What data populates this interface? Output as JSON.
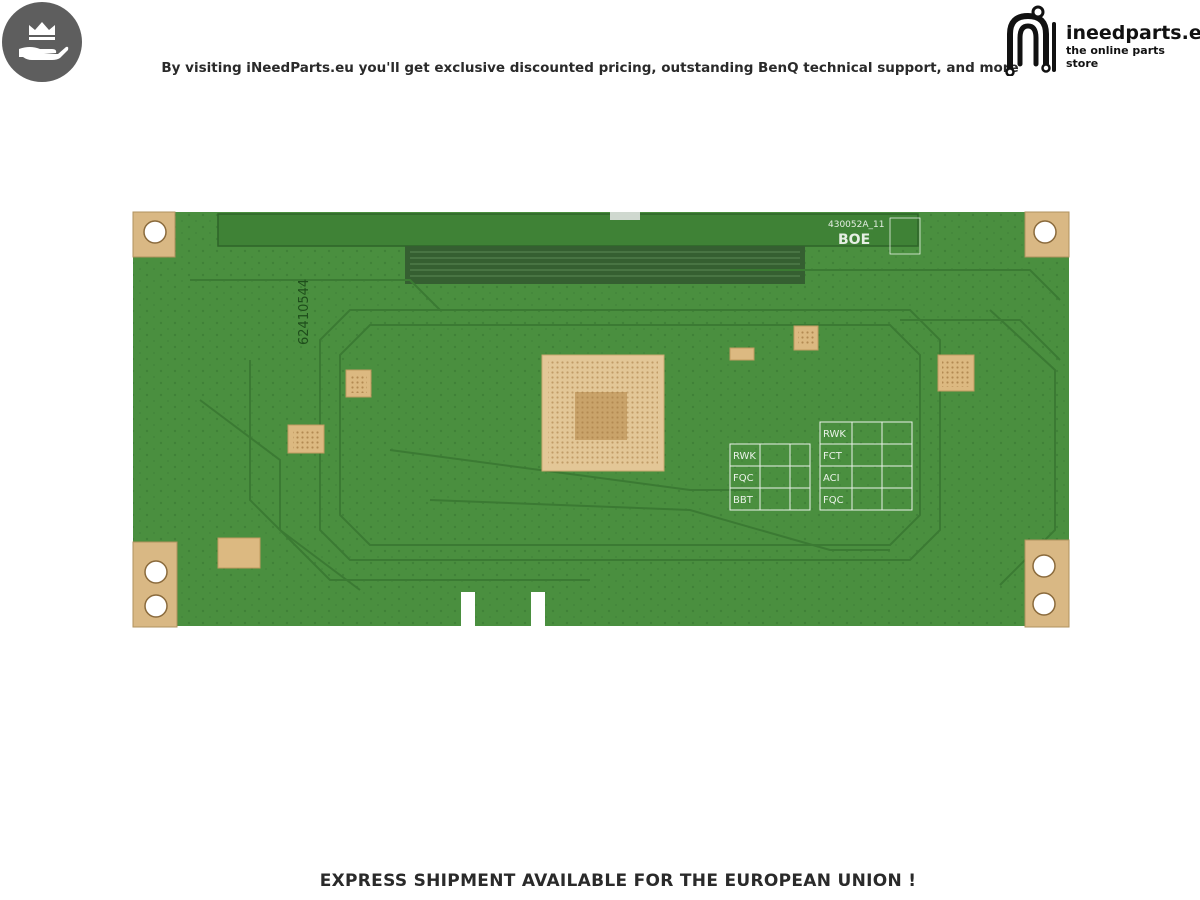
{
  "header": {
    "tagline": "By visiting iNeedParts.eu you'll get exclusive discounted pricing, outstanding BenQ technical support, and more",
    "badge_icon": "crown-hand-icon"
  },
  "logo": {
    "brand": "ineedparts.eu",
    "slogan": "the online parts store",
    "icon": "n-circuit-logo-icon"
  },
  "board": {
    "part_code": "62410544",
    "maker": "BOE",
    "model_code": "430052A_11",
    "table_left": [
      "RWK",
      "FQC",
      "BBT"
    ],
    "table_right": [
      "RWK",
      "FCT",
      "ACI",
      "FQC"
    ]
  },
  "footer": {
    "text": "EXPRESS SHIPMENT AVAILABLE FOR THE EUROPEAN UNION !"
  },
  "colors": {
    "pcb_green": "#4a8f3f",
    "gold": "#d9b884",
    "badge_gray": "#5e5e5e"
  }
}
